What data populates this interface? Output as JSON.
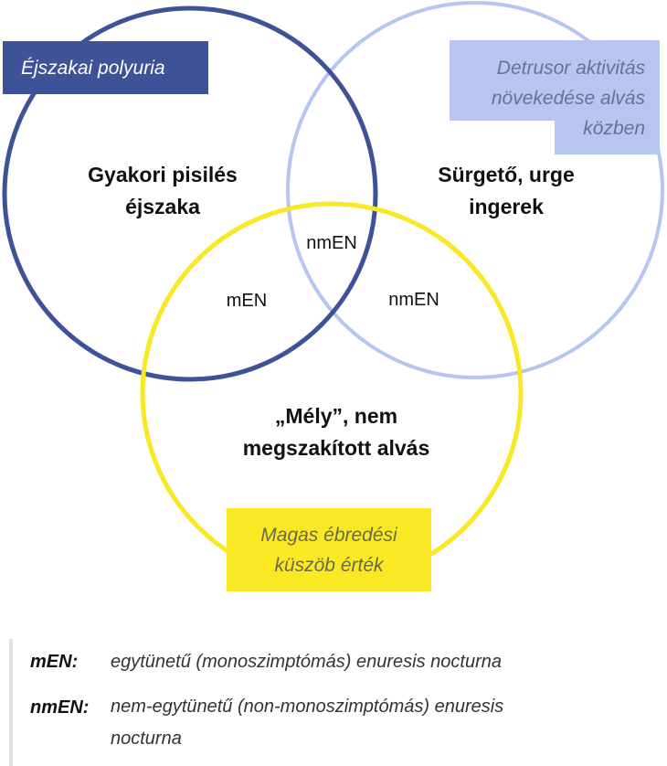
{
  "colors": {
    "circle_left": "#3e5297",
    "circle_right": "#b6c5f1",
    "circle_bottom": "#fbe824"
  },
  "boxes": {
    "polyuria": "Éjszakai polyuria",
    "detrusor": "Detrusor aktivitás\nnövekedése alvás\nközben",
    "arousal": "Magas ébredési\nküszöb érték"
  },
  "regions": {
    "left": "Gyakori pisilés\néjszaka",
    "right": "Sürgető, urge\ningerek",
    "bottom": "„Mély”, nem\nmegszakított alvás",
    "center_top": "nmEN",
    "left_bottom": "mEN",
    "right_bottom": "nmEN"
  },
  "legend": [
    {
      "key": "mEN:",
      "desc": "egytünetű (monoszimptómás) enuresis nocturna"
    },
    {
      "key": "nmEN:",
      "desc": "nem-egytünetű (non-monoszimptómás) enuresis\nnocturna"
    }
  ]
}
